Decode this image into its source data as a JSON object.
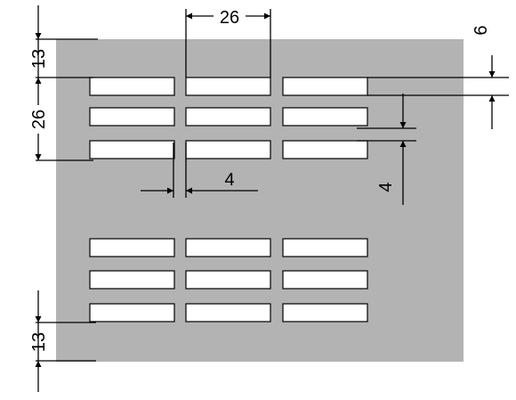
{
  "colors": {
    "plate": "#b3b3b3",
    "slot_fill": "#ffffff",
    "line": "#000000",
    "background": "#ffffff"
  },
  "slot_groups": [
    {
      "rows": 3,
      "columns": 3
    },
    {
      "rows": 3,
      "columns": 3
    }
  ],
  "dimensions": {
    "top_margin": "13",
    "bottom_margin": "13",
    "slot_pitch_horizontal": "26",
    "slot_pitch_vertical": "26",
    "slot_gap_horizontal": "4",
    "slot_gap_vertical": "4",
    "slot_height": "6"
  }
}
